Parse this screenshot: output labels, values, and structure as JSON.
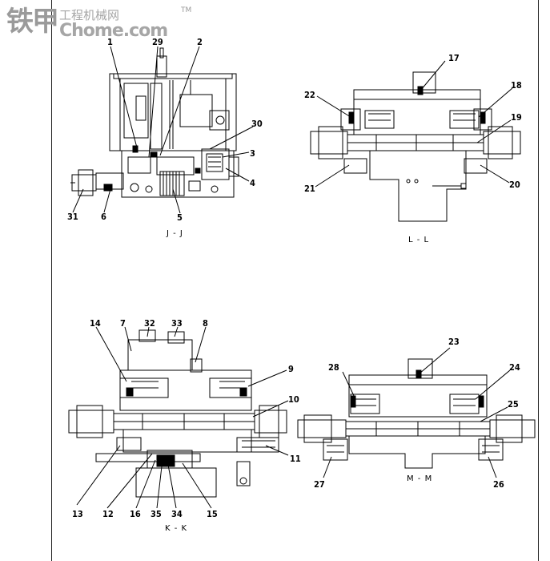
{
  "watermark": {
    "logo": "铁甲",
    "site": "工程机械网",
    "domain": "Chome.com",
    "tm": "TM"
  },
  "views": {
    "jj": {
      "caption": "J - J",
      "callouts": [
        "1",
        "29",
        "2",
        "30",
        "3",
        "4",
        "5",
        "6",
        "31"
      ]
    },
    "ll": {
      "caption": "L - L",
      "callouts": [
        "17",
        "22",
        "18",
        "19",
        "20",
        "21"
      ]
    },
    "kk": {
      "caption": "K - K",
      "callouts": [
        "14",
        "7",
        "32",
        "33",
        "8",
        "9",
        "10",
        "11",
        "15",
        "34",
        "35",
        "16",
        "12",
        "13"
      ]
    },
    "mm": {
      "caption": "M - M",
      "callouts": [
        "23",
        "28",
        "24",
        "25",
        "26",
        "27"
      ]
    }
  }
}
